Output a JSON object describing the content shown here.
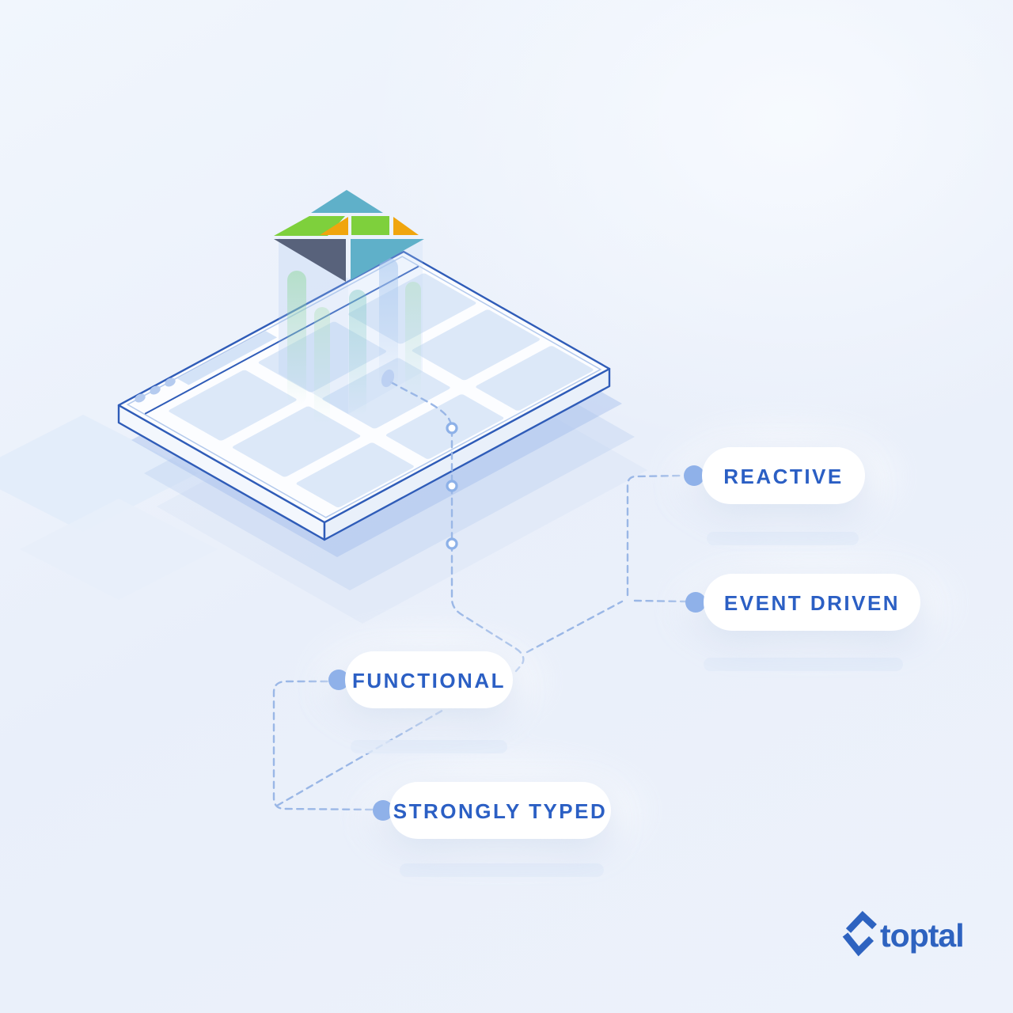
{
  "badges": [
    {
      "label": "REACTIVE"
    },
    {
      "label": "EVENT DRIVEN"
    },
    {
      "label": "FUNCTIONAL"
    },
    {
      "label": "STRONGLY TYPED"
    }
  ],
  "brand": {
    "wordmark": "toptal"
  },
  "icons": {
    "elm_logo": "elm-tangram-diamond-icon",
    "toptal_mark": "toptal-double-chevron-icon",
    "tablet": "isometric-browser-tablet"
  },
  "colors": {
    "background_top": "#F1F6FD",
    "background_bottom": "#E9F0FA",
    "label_text": "#2B5FC4",
    "outline_blue": "#2F5CB8",
    "dashed_line": "#9AB7E6",
    "connector_dot": "#8FB1E9",
    "node_ring": "#8DB1E8",
    "pill_background": "#FFFFFF",
    "tile_blue": "#D9E6F8",
    "shadow_layer": "#9DB9EA",
    "echo_band": "#E2EBF9",
    "elm_teal": "#5FB0C9",
    "elm_green": "#7ED03C",
    "elm_orange": "#F0A50E",
    "elm_slate": "#58627B",
    "brand_blue": "#2E63C0"
  }
}
